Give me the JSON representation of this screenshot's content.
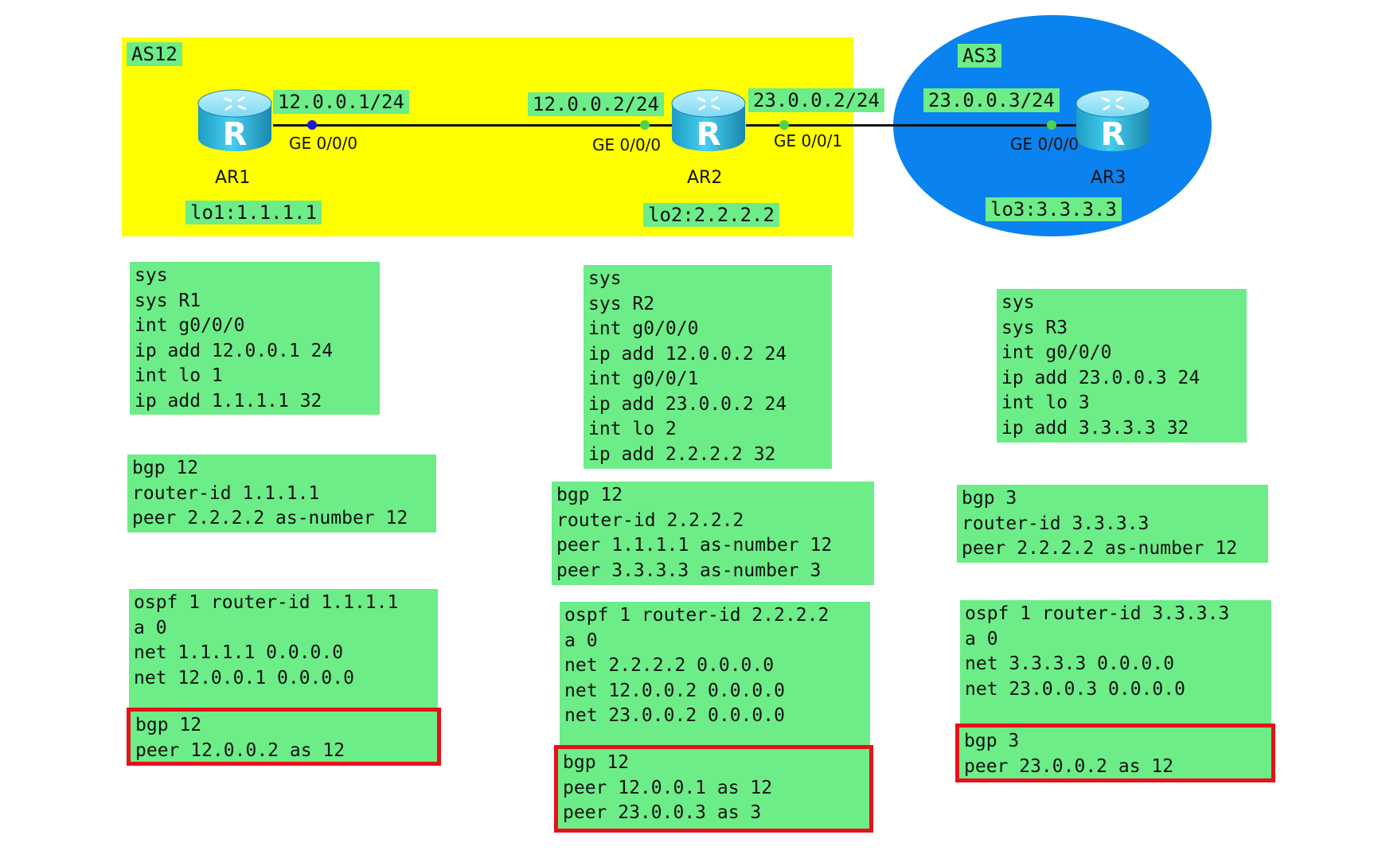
{
  "zones": {
    "as12": "AS12",
    "as3": "AS3"
  },
  "routers": [
    {
      "name": "AR1",
      "loopback": "lo1:1.1.1.1"
    },
    {
      "name": "AR2",
      "loopback": "lo2:2.2.2.2"
    },
    {
      "name": "AR3",
      "loopback": "lo3:3.3.3.3"
    }
  ],
  "links": {
    "ar1_ip": "12.0.0.1/24",
    "ar1_port": "GE 0/0/0",
    "ar2_left_ip": "12.0.0.2/24",
    "ar2_left_port": "GE 0/0/0",
    "ar2_right_ip": "23.0.0.2/24",
    "ar2_right_port": "GE 0/0/1",
    "ar3_ip": "23.0.0.3/24",
    "ar3_port": "GE 0/0/0"
  },
  "configs": {
    "r1": {
      "sys": [
        "sys",
        "sys R1",
        "int g0/0/0",
        "ip add 12.0.0.1 24",
        "int lo 1",
        "ip add 1.1.1.1 32"
      ],
      "bgp_lo": [
        "bgp 12",
        "router-id 1.1.1.1",
        "peer 2.2.2.2 as-number 12"
      ],
      "ospf": [
        "ospf 1 router-id 1.1.1.1",
        "a 0",
        "net 1.1.1.1 0.0.0.0",
        "net 12.0.0.1 0.0.0.0"
      ],
      "bgp_direct": [
        "bgp 12",
        "peer 12.0.0.2 as 12"
      ]
    },
    "r2": {
      "sys": [
        "sys",
        "sys R2",
        "int g0/0/0",
        "ip add 12.0.0.2 24",
        "int g0/0/1",
        "ip add 23.0.0.2 24",
        "int lo 2",
        "ip add 2.2.2.2 32"
      ],
      "bgp_lo": [
        "bgp 12",
        "router-id 2.2.2.2",
        "peer 1.1.1.1 as-number 12",
        "peer 3.3.3.3 as-number 3"
      ],
      "ospf": [
        "ospf 1 router-id 2.2.2.2",
        "a 0",
        "net 2.2.2.2 0.0.0.0",
        "net 12.0.0.2 0.0.0.0",
        "net 23.0.0.2 0.0.0.0"
      ],
      "bgp_direct": [
        "bgp 12",
        "peer 12.0.0.1 as 12",
        "peer 23.0.0.3 as 3"
      ]
    },
    "r3": {
      "sys": [
        "sys",
        "sys R3",
        "int g0/0/0",
        "ip add 23.0.0.3 24",
        "int lo 3",
        "ip add 3.3.3.3 32"
      ],
      "bgp_lo": [
        "bgp 3",
        "router-id 3.3.3.3",
        "peer 2.2.2.2 as-number 12"
      ],
      "ospf": [
        "ospf 1 router-id 3.3.3.3",
        "a 0",
        "net 3.3.3.3 0.0.0.0",
        "net 23.0.0.3 0.0.0.0"
      ],
      "bgp_direct": [
        "bgp 3",
        "peer 23.0.0.2 as 12"
      ]
    }
  },
  "colors": {
    "as12_fill": "#ffff00",
    "as3_fill": "#0a82f0",
    "label_fill": "#6ced88",
    "highlight_border": "#e8101a",
    "router_body": "#2fb8dd"
  },
  "icons": {
    "router": "router-icon"
  }
}
